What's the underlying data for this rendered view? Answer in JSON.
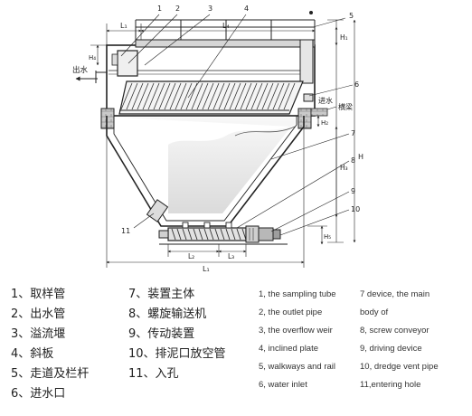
{
  "callouts": [
    "1",
    "2",
    "3",
    "4",
    "5",
    "6",
    "7",
    "8",
    "9",
    "10",
    "11"
  ],
  "labels": {
    "outlet_water": "出水",
    "inlet_water": "进水",
    "crossbeam": "横梁"
  },
  "dimensions": {
    "L1": "L₁",
    "L2": "L₂",
    "L3": "L₃",
    "L4": "L₄",
    "H": "H",
    "H1": "H₁",
    "H2": "H₂",
    "H3": "H₃",
    "H4": "H₄",
    "H5": "H₅"
  },
  "legend_cn": [
    "1、取样管",
    "2、出水管",
    "3、溢流堰",
    "4、斜板",
    "5、走道及栏杆",
    "6、进水口",
    "7、装置主体",
    "8、螺旋输送机",
    "9、传动装置",
    "10、排泥口放空管",
    "11、入孔"
  ],
  "legend_en": [
    "1, the sampling tube",
    "2, the outlet pipe",
    "3, the overflow weir",
    "4, inclined plate",
    "5, walkways and rail",
    "6, water inlet",
    "7 device, the main",
    "body of",
    "8, screw conveyor",
    "9, driving device",
    "10, dredge vent pipe",
    "11,entering hole"
  ]
}
